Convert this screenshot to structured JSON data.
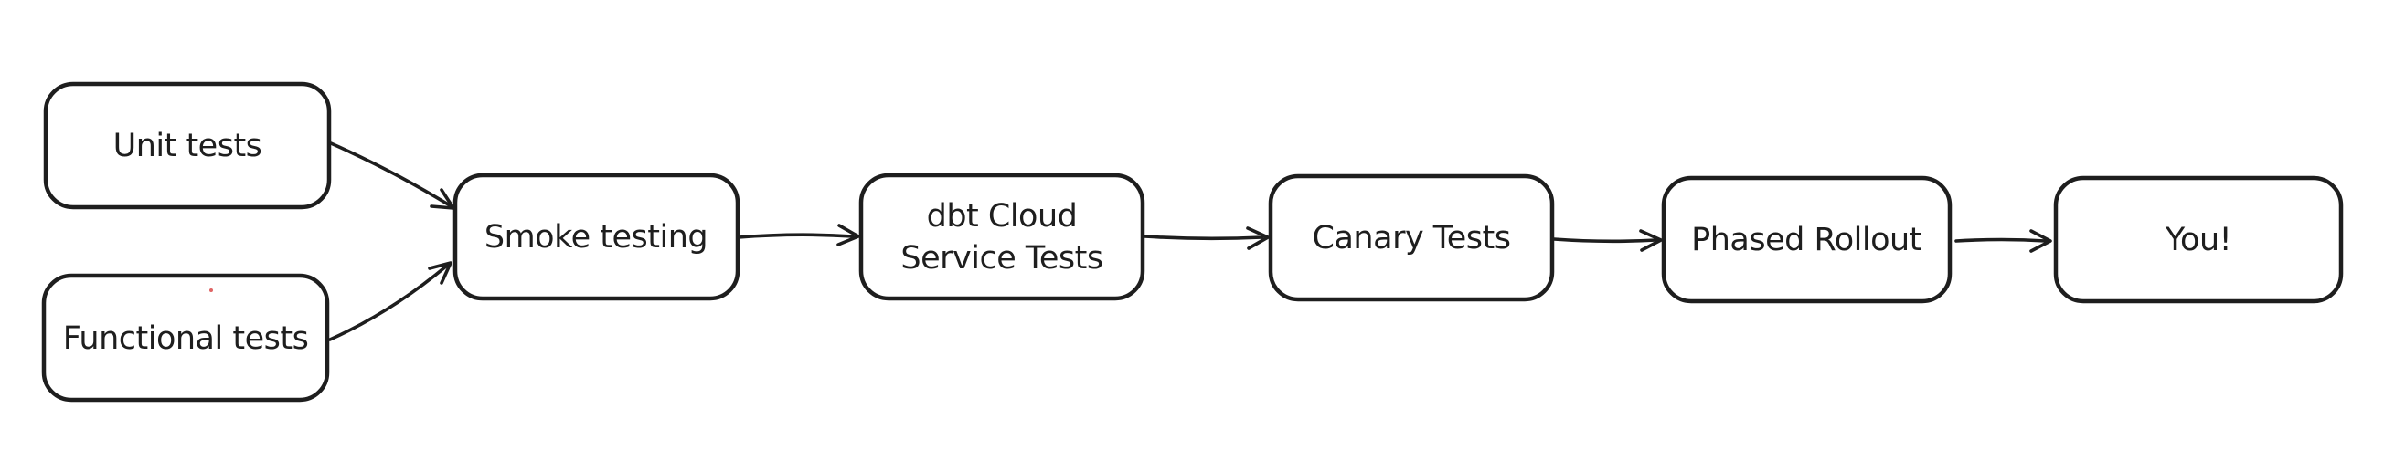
{
  "canvas": {
    "background": "#ffffff",
    "stroke_color": "#1e1e1e",
    "text_color": "#1e1e1e",
    "artifact_dot_color": "#e06565"
  },
  "diagram": {
    "type": "flowchart",
    "direction": "left-to-right",
    "nodes": [
      {
        "id": "unit-tests",
        "lines": [
          "Unit tests"
        ]
      },
      {
        "id": "functional-tests",
        "lines": [
          "Functional tests"
        ]
      },
      {
        "id": "smoke-testing",
        "lines": [
          "Smoke testing"
        ]
      },
      {
        "id": "dbt-cloud-service-tests",
        "lines": [
          "dbt Cloud",
          "Service Tests"
        ]
      },
      {
        "id": "canary-tests",
        "lines": [
          "Canary Tests"
        ]
      },
      {
        "id": "phased-rollout",
        "lines": [
          "Phased Rollout"
        ]
      },
      {
        "id": "you",
        "lines": [
          "You!"
        ]
      }
    ],
    "edges": [
      {
        "from": "unit-tests",
        "to": "smoke-testing"
      },
      {
        "from": "functional-tests",
        "to": "smoke-testing"
      },
      {
        "from": "smoke-testing",
        "to": "dbt-cloud-service-tests"
      },
      {
        "from": "dbt-cloud-service-tests",
        "to": "canary-tests"
      },
      {
        "from": "canary-tests",
        "to": "phased-rollout"
      },
      {
        "from": "phased-rollout",
        "to": "you"
      }
    ]
  }
}
